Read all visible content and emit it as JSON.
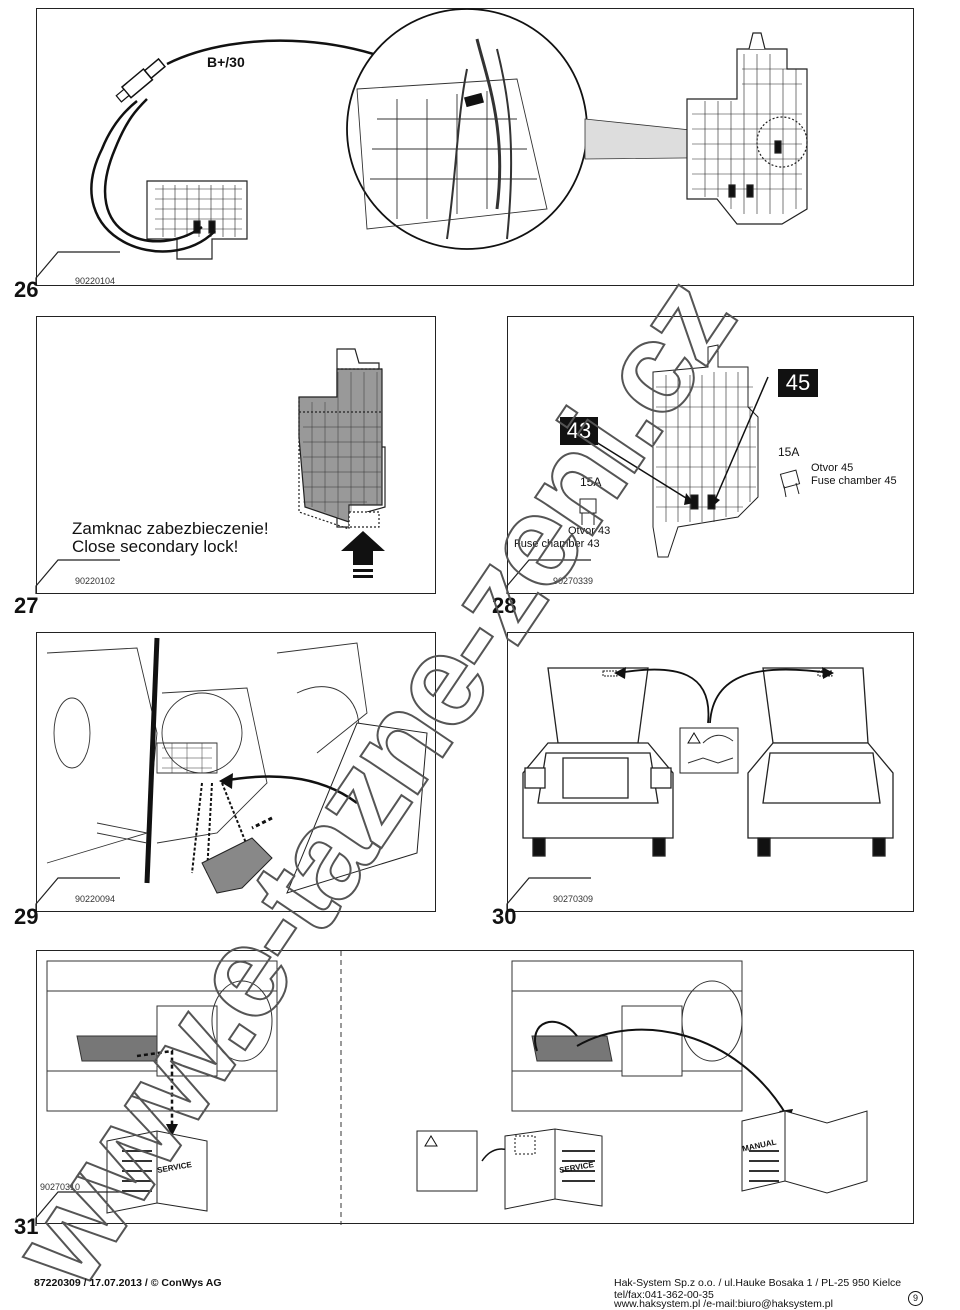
{
  "steps": {
    "s26": {
      "num": "26",
      "code": "90220104",
      "label_b30": "B+/30"
    },
    "s27": {
      "num": "27",
      "code": "90220102",
      "text_pl": "Zamknac zabezbieczenie!",
      "text_en": "Close secondary lock!"
    },
    "s28": {
      "num": "28",
      "code": "90270339",
      "badge_43": "43",
      "badge_45": "45",
      "fuse_43": "15A",
      "fuse_45": "15A",
      "otvor_45": "Otvor 45",
      "chamber_45": "Fuse chamber 45",
      "otvor_43": "Otvor 43",
      "chamber_43": "Fuse chamber 43"
    },
    "s29": {
      "num": "29",
      "code": "90220094"
    },
    "s30": {
      "num": "30",
      "code": "90270309"
    },
    "s31": {
      "num": "31",
      "code": "90270310",
      "service_label": "SERVICE",
      "manual_label": "MANUAL"
    }
  },
  "footer": {
    "left": "87220309 / 17.07.2013 / © ConWys AG",
    "company": "Hak-System Sp.z o.o. / ul.Hauke Bosaka 1 / PL-25 950 Kielce",
    "phone": "tel/fax:041-362-00-35",
    "web": "www.haksystem.pl /e-mail:biuro@haksystem.pl",
    "page": "9"
  },
  "watermark": "www.e-tazne-zeni.cz"
}
